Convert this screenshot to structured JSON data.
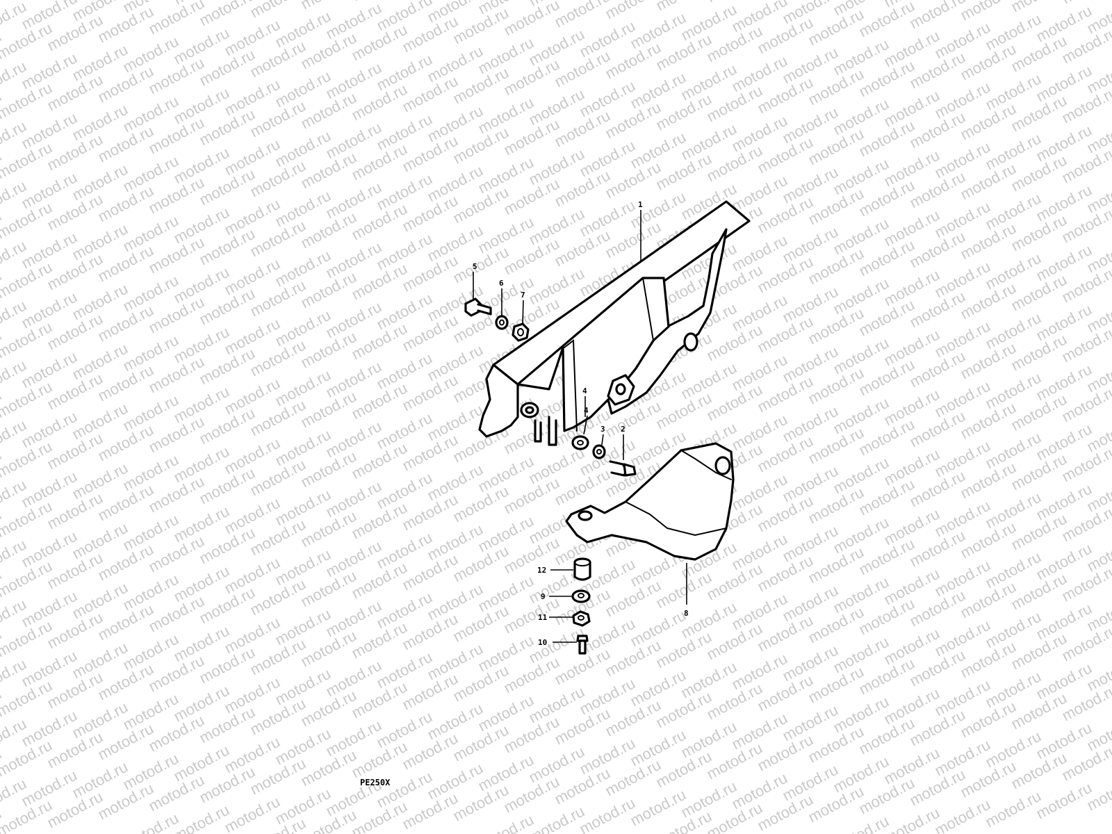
{
  "watermark": "motod.ru",
  "diagram_code": "PE250X",
  "callouts": [
    {
      "id": "c1",
      "label": "1"
    },
    {
      "id": "c5a",
      "label": "5"
    },
    {
      "id": "c6",
      "label": "6"
    },
    {
      "id": "c7",
      "label": "7"
    },
    {
      "id": "c4a",
      "label": "4"
    },
    {
      "id": "c4b",
      "label": "4"
    },
    {
      "id": "c3",
      "label": "3"
    },
    {
      "id": "c2",
      "label": "2"
    },
    {
      "id": "c12",
      "label": "12"
    },
    {
      "id": "c9",
      "label": "9"
    },
    {
      "id": "c11",
      "label": "11"
    },
    {
      "id": "c10",
      "label": "10"
    },
    {
      "id": "c8",
      "label": "8"
    }
  ],
  "colors": {
    "line": "#000000",
    "background": "#ffffff",
    "watermark": "#c9c9c9"
  }
}
